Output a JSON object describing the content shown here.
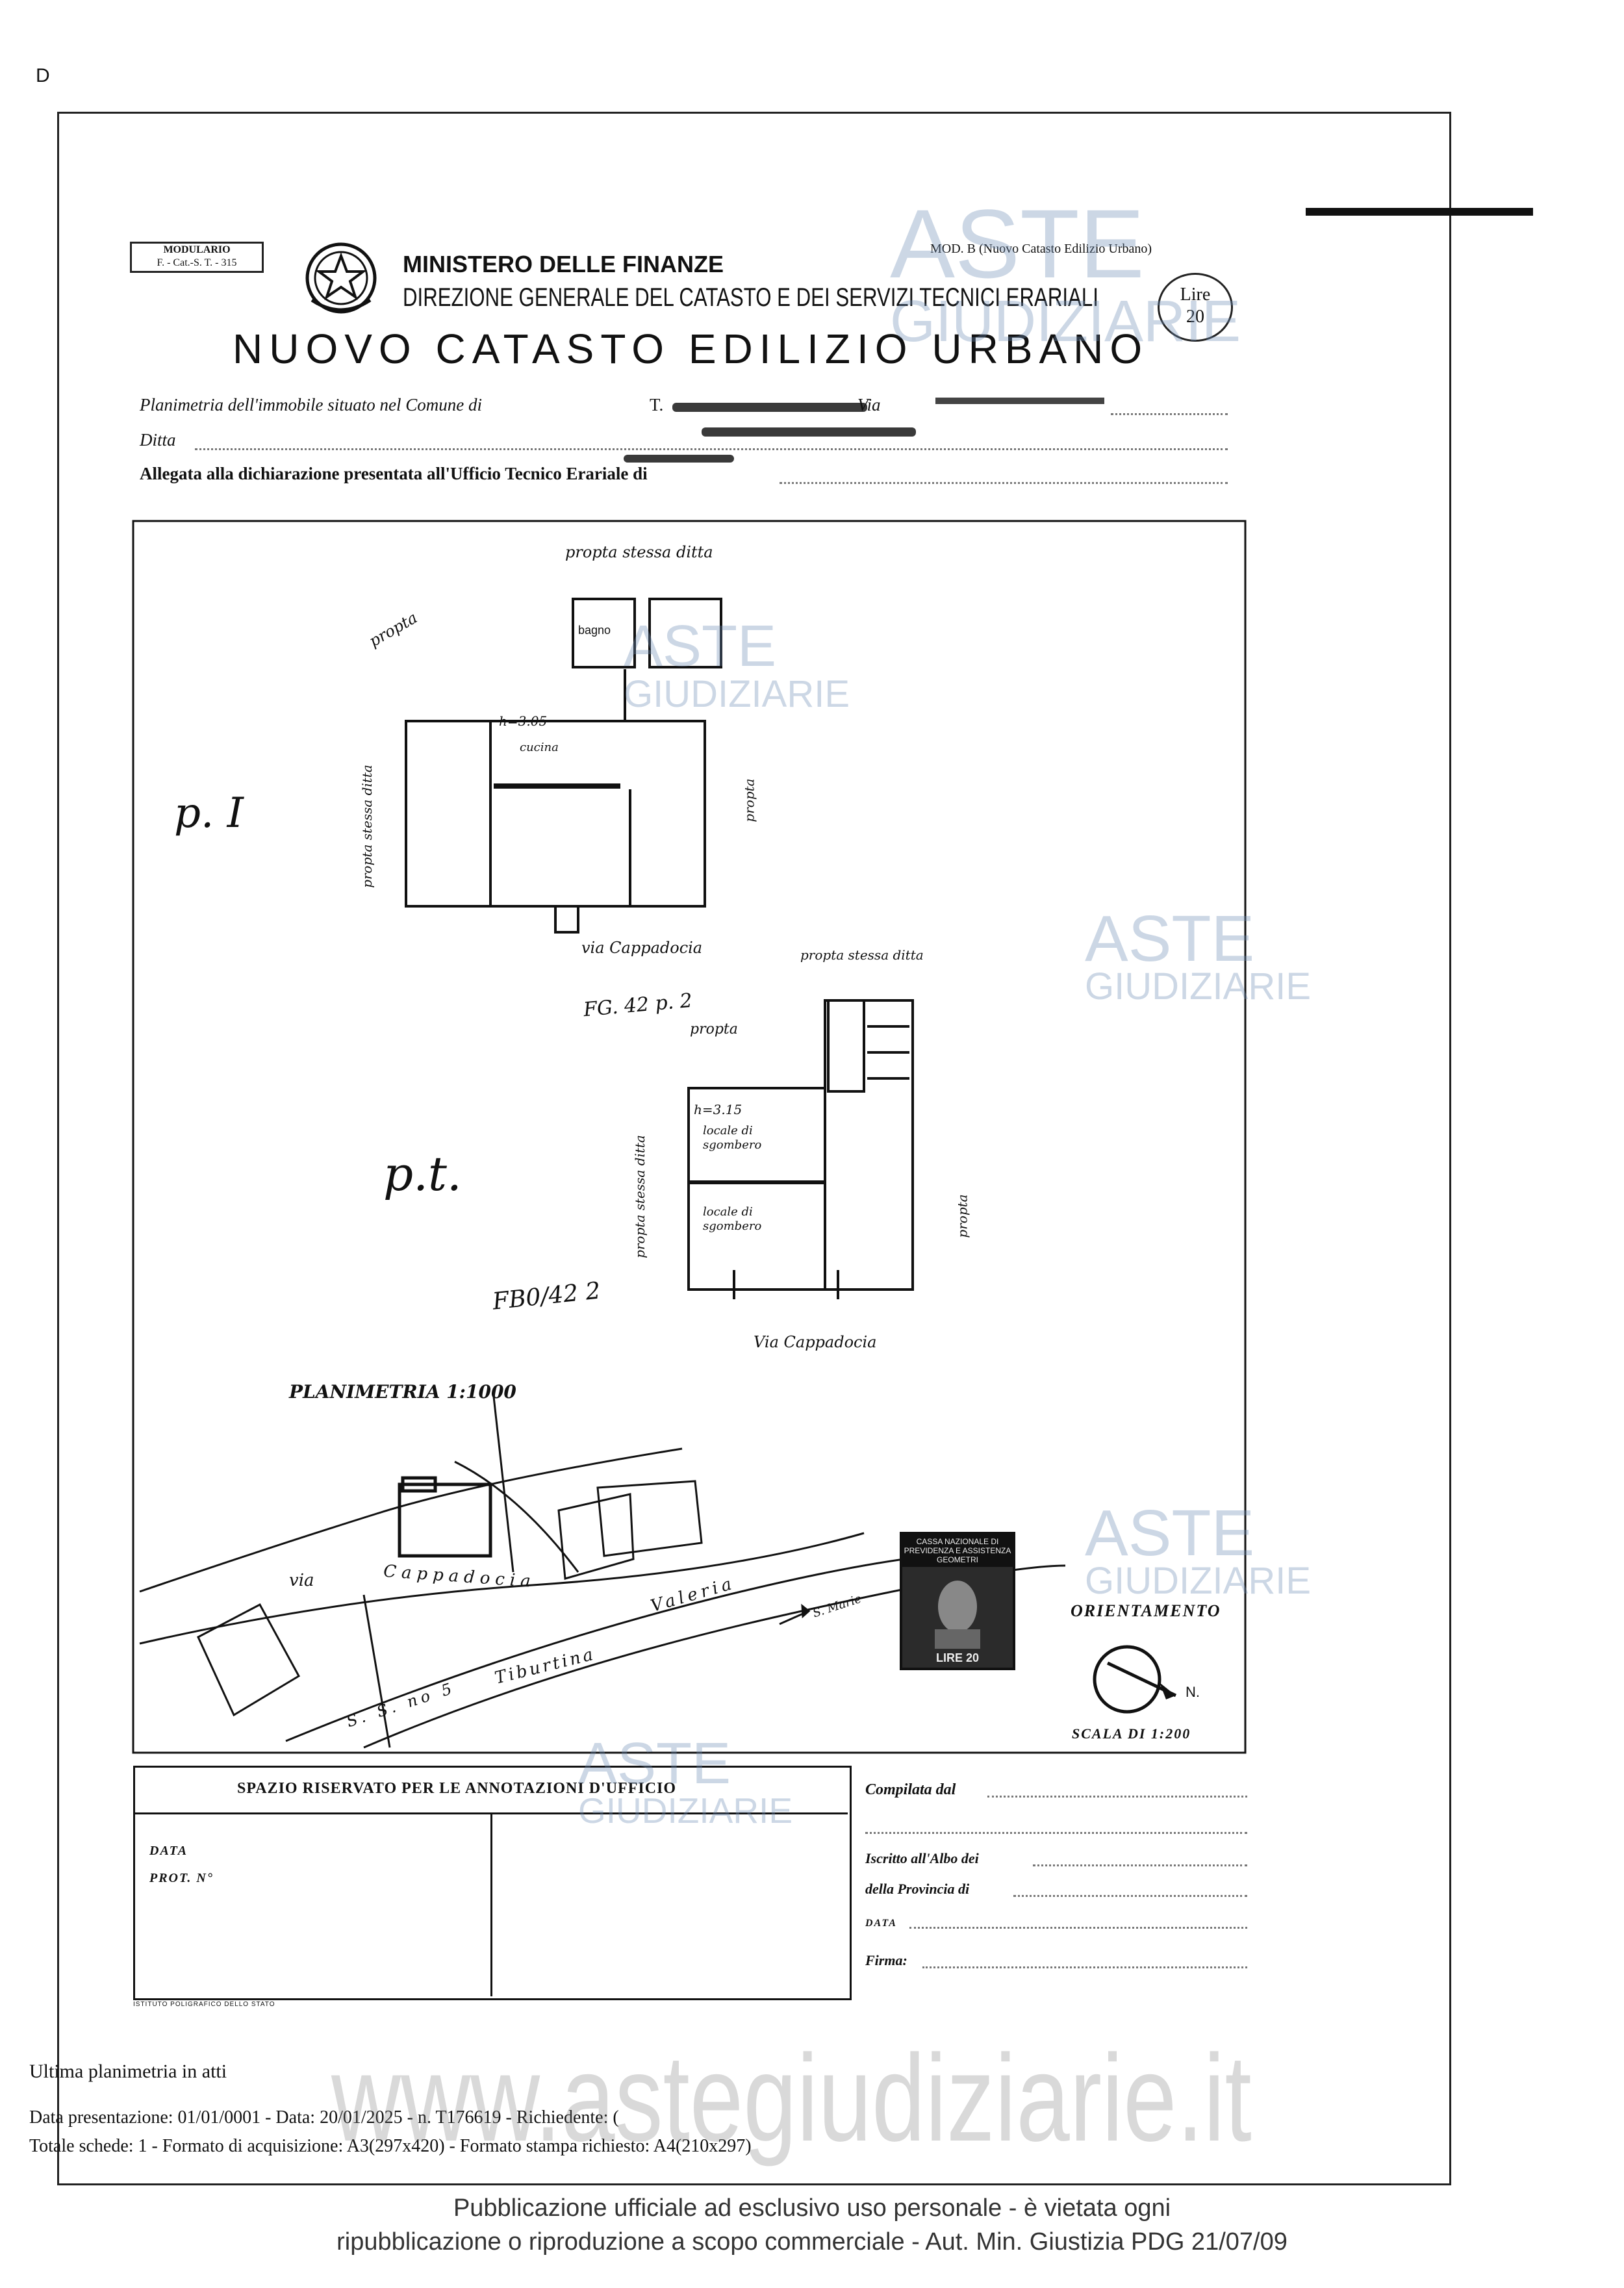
{
  "header": {
    "corner_letter": "D",
    "modulario_line1": "MODULARIO",
    "modulario_line2": "F. - Cat.-S. T. - 315",
    "ministry": "MINISTERO DELLE FINANZE",
    "direction": "DIREZIONE GENERALE DEL CATASTO E DEI SERVIZI TECNICI ERARIALI",
    "title": "NUOVO CATASTO EDILIZIO URBANO",
    "mod_b": "MOD. B (Nuovo Catasto Edilizio Urbano)",
    "stamp_line1": "Lire",
    "stamp_line2": "20"
  },
  "form": {
    "planimetria_label": "Planimetria dell'immobile situato nel Comune di",
    "comune_value": "T.",
    "via_label": "Via",
    "ditta_label": "Ditta",
    "allegata_label": "Allegata alla dichiarazione presentata all'Ufficio Tecnico Erariale di"
  },
  "plan": {
    "upper_floor_label": "p. I",
    "ground_floor_label": "p.t.",
    "prop_stessa_ditta_top": "propta stessa ditta",
    "prop_left": "propta",
    "prop_stessa_ditta_side": "propta stessa ditta",
    "prop_right": "propta",
    "bagno": "bagno",
    "h_upper": "h=3.05",
    "cucina": "cucina",
    "via_cappadocia_1": "via Cappadocia",
    "prop_stessa_ditta_pt": "propta stessa ditta",
    "fg_upper": "FG. 42 p. 2",
    "prop_pt": "propta",
    "h_lower": "h=3.15",
    "locale_1": "locale di sgombero",
    "locale_2": "locale di sgombero",
    "prop_stessa_ditta_pt_side": "propta stessa ditta",
    "prop_pt_right": "propta",
    "fg_lower": "FB0/42 2",
    "via_cappadocia_2": "Via Cappadocia",
    "planimetria_scale": "PLANIMETRIA 1:1000",
    "map_via": "via",
    "map_cappadocia": "Cappadocia",
    "map_valeria": "Valeria",
    "map_tiburtina": "Tiburtina",
    "map_ss5": "S. S. no 5",
    "map_s_marie": "S. Marie",
    "orientamento": "ORIENTAMENTO",
    "north": "N.",
    "scala": "SCALA DI 1:200",
    "stamp_text_1": "CASSA NAZIONALE DI",
    "stamp_text_2": "PREVIDENZA E ASSISTENZA",
    "stamp_text_3": "GEOMETRI",
    "stamp_value": "LIRE 20"
  },
  "office": {
    "spazio": "SPAZIO RISERVATO PER LE ANNOTAZIONI D'UFFICIO",
    "data": "DATA",
    "prot": "PROT. N°",
    "compilata": "Compilata dal",
    "iscritto": "Iscritto all'Albo dei",
    "provincia": "della Provincia di",
    "data2": "DATA",
    "firma": "Firma:",
    "printer": "ISTITUTO POLIGRAFICO DELLO STATO"
  },
  "footer": {
    "ultima": "Ultima planimetria in atti",
    "presentazione": "Data presentazione: 01/01/0001 - Data: 20/01/2025 - n. T176619 - Richiedente: (",
    "schede": "Totale schede: 1 - Formato di acquisizione: A3(297x420) - Formato stampa richiesto: A4(210x297)",
    "notice_1": "Pubblicazione ufficiale ad esclusivo uso personale - è vietata ogni",
    "notice_2": "ripubblicazione o riproduzione a scopo commerciale - Aut. Min. Giustizia PDG 21/07/09"
  },
  "watermark": {
    "aste": "ASTE",
    "giudiziarie": "GIUDIZIARIE",
    "url": "www.astegiudiziarie.it"
  }
}
